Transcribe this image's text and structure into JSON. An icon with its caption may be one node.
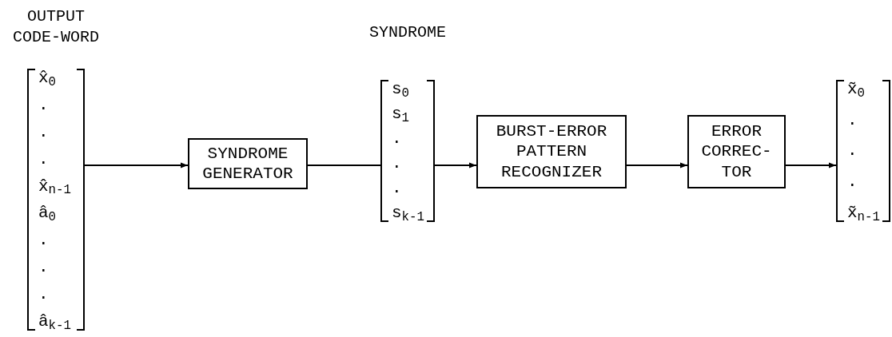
{
  "diagram": {
    "nodes": [
      {
        "text": [
          "OUTPUT CODE-WORD",
          "x̂$_{0}$",
          ".",
          ".",
          ".",
          "x̂$_{n-1}$",
          "â$_{0}$",
          ".",
          ".",
          ".",
          "â$_{k-1}$"
        ]
      },
      {
        "text": [
          "SYNDROME GENERATOR"
        ]
      },
      {
        "text": [
          "SYNDROME",
          "s$_{0}$",
          "s$_{1}$",
          ".",
          ".",
          ".",
          "s$_{k-1}$"
        ]
      },
      {
        "text": [
          "BURST-ERROR PATTERN RECOGNIZER"
        ]
      },
      {
        "text": [
          "ERROR CORREC- TOR"
        ]
      },
      {
        "text": [
          "x̃$_{0}$",
          ".",
          ".",
          ".",
          "x̃$_{n-1}$"
        ]
      }
    ],
    "edges": [
      {
        "from": 0,
        "to": 1,
        "arrow": "to"
      },
      {
        "from": 1,
        "to": 2,
        "arrow": "none"
      },
      {
        "from": 2,
        "to": 3,
        "arrow": "to"
      },
      {
        "from": 3,
        "to": 4,
        "arrow": "to"
      },
      {
        "from": 4,
        "to": 5,
        "arrow": "to"
      }
    ]
  }
}
